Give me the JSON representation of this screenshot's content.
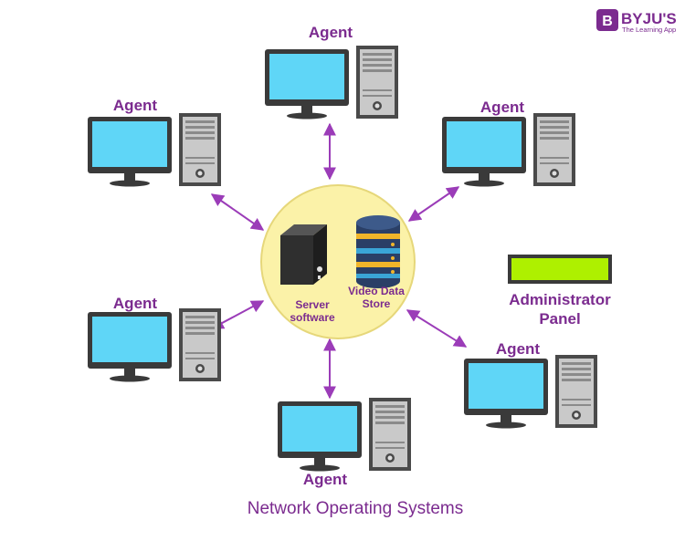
{
  "logo": {
    "brand": "BYJU'S",
    "tagline": "The Learning App",
    "mark": "B"
  },
  "agents": [
    {
      "label": "Agent"
    },
    {
      "label": "Agent"
    },
    {
      "label": "Agent"
    },
    {
      "label": "Agent"
    },
    {
      "label": "Agent"
    },
    {
      "label": "Agent"
    }
  ],
  "server": {
    "server_label_line1": "Server",
    "server_label_line2": "software",
    "store_label_line1": "Video Data",
    "store_label_line2": "Store"
  },
  "admin_panel": {
    "label_line1": "Administrator",
    "label_line2": "Panel"
  },
  "caption": "Network Operating Systems",
  "colors": {
    "accent": "#7b2b8f",
    "screen": "#5fd6f7",
    "monitor": "#3a3a3a",
    "tower": "#4a4a4a",
    "tower_front": "#bdbdbd",
    "hub_fill": "#fbf2a8",
    "hub_stroke": "#e6d77a",
    "panel": "#aef000",
    "arrow": "#9b3cb8",
    "server_box": "#2f2f2f",
    "db_stripe": "#f0b52a",
    "db_body": "#2a3f66"
  }
}
